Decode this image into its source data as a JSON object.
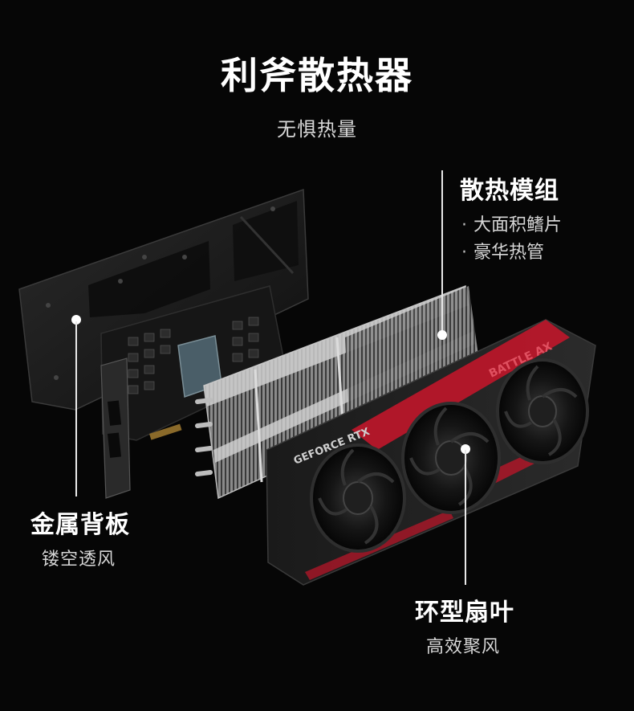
{
  "header": {
    "title": "利斧散热器",
    "subtitle": "无惧热量"
  },
  "features": {
    "heatsink": {
      "title": "散热模组",
      "bullets": [
        "大面积鳍片",
        "豪华热管"
      ],
      "bullet_marker": "·"
    },
    "backplate": {
      "title": "金属背板",
      "subtitle": "镂空透风"
    },
    "fans": {
      "title": "环型扇叶",
      "subtitle": "高效聚风"
    }
  },
  "product": {
    "shroud_text": "GEFORCE RTX",
    "brand_text": "BATTLE AX",
    "accent_color": "#c0162a"
  }
}
